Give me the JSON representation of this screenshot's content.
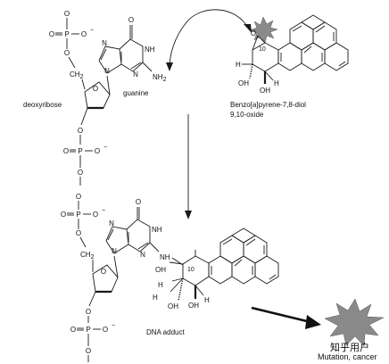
{
  "phosphate": {
    "o_top": "O",
    "p": "P",
    "o_minus": "O",
    "o_left": "O",
    "o_bottom": "O",
    "eq": "="
  },
  "sugar": {
    "ch2": "CH",
    "ch2_sub": "2",
    "o": "O"
  },
  "base": {
    "o": "O",
    "n": "N",
    "nh": "NH",
    "nh2": "NH",
    "nh2_sub": "2",
    "nh_link": "NH"
  },
  "epoxide": {
    "o": "O",
    "position": "10",
    "h": "H",
    "oh": "OH"
  },
  "labels": {
    "deoxyribose": "deoxyribose",
    "guanine": "guanine",
    "reagent_line1": "Benzo[a]pyrene-7,8-diol",
    "reagent_line2": "9,10-oxide",
    "adduct": "DNA adduct",
    "outcome": "Mutation, cancer",
    "watermark": "知乎用户"
  },
  "colors": {
    "ink": "#111111",
    "starburst": "#8a8a8a",
    "watermark": "#bcbcbc"
  }
}
